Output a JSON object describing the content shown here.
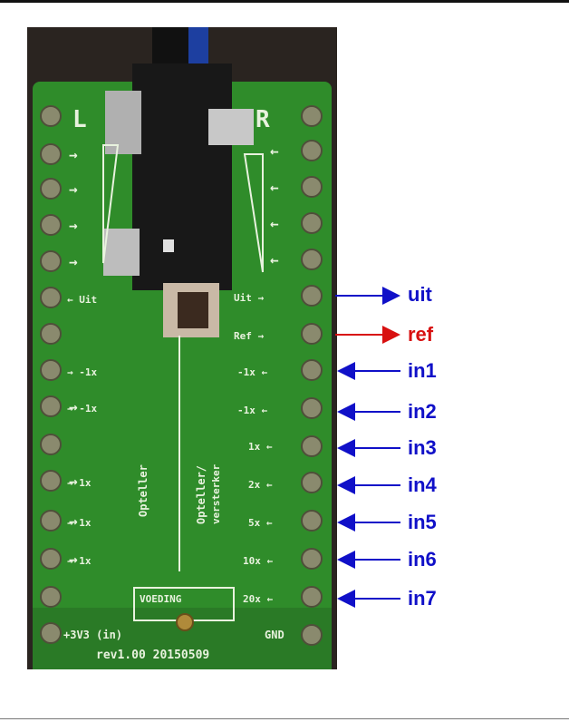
{
  "colors": {
    "blue": "#1010c8",
    "red": "#d81010",
    "pcb_green": "#2f8c2a",
    "pcb_dark": "#1f5e1d",
    "background_dark": "#2a2420"
  },
  "labels": {
    "uit": "uit",
    "ref": "ref",
    "in1": "in1",
    "in2": "in2",
    "in3": "in3",
    "in4": "in4",
    "in5": "in5",
    "in6": "in6",
    "in7": "in7"
  },
  "board": {
    "left_channel": "L",
    "right_channel": "R",
    "uit_left": "Uit",
    "uit_right": "Uit",
    "ref": "Ref",
    "gain_neg1_left_a": "-1x",
    "gain_neg1_left_b": "-1x",
    "gain_neg1_right_a": "-1x",
    "gain_neg1_right_b": "-1x",
    "gain_1_left_a": "1x",
    "gain_1_left_b": "1x",
    "gain_1_left_c": "1x",
    "gain_1_right": "1x",
    "gain_2_right": "2x",
    "gain_5_right": "5x",
    "gain_10_right": "10x",
    "gain_20_right": "20x",
    "opteller_left": "Opteller",
    "opteller_center_1": "Opteller/",
    "opteller_center_2": "versterker",
    "voeding": "VOEDING",
    "power_3v3": "+3V3 (in)",
    "gnd": "GND",
    "revision": "rev1.00 20150509"
  }
}
